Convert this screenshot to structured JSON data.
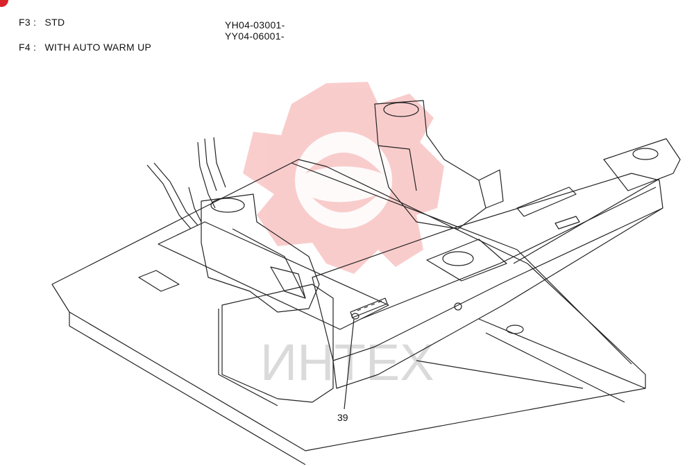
{
  "notes": [
    {
      "code": "F3 :",
      "text": "STD"
    },
    {
      "code": "F4 :",
      "text": "WITH AUTO WARM UP"
    }
  ],
  "serials": [
    "YH04-03001-",
    "YY04-06001-"
  ],
  "callouts": [
    {
      "number": "39"
    }
  ],
  "watermark": {
    "text": "ИНТЕХ",
    "color": "#f08080"
  },
  "colors": {
    "line": "#222222",
    "badge": "#d8232a"
  }
}
